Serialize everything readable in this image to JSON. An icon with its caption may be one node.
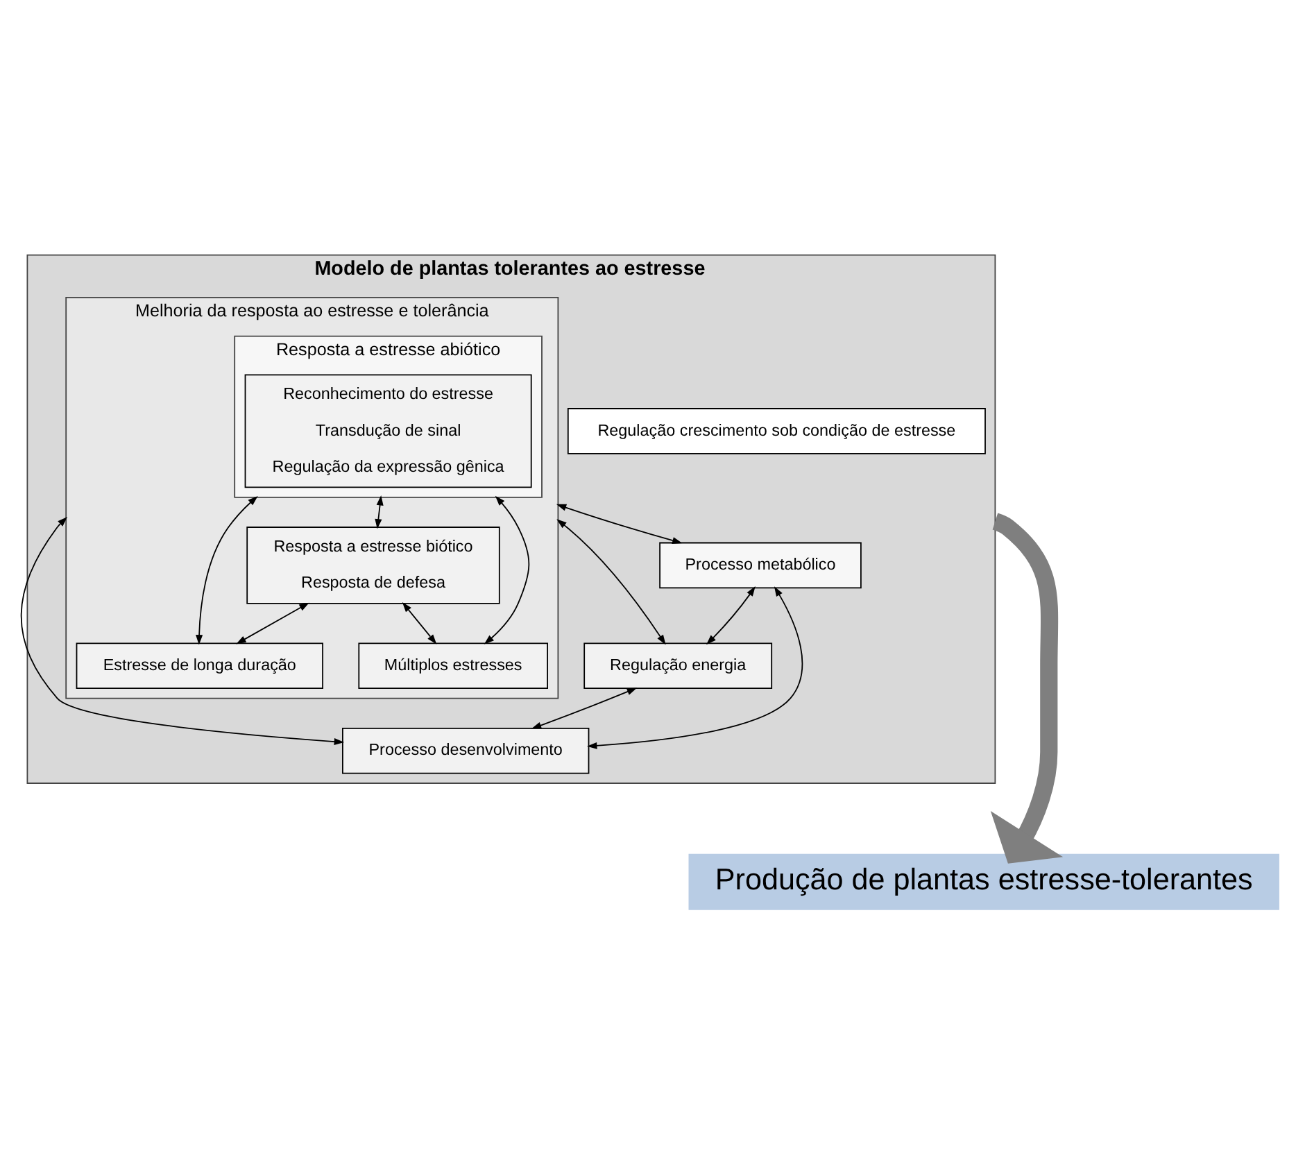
{
  "diagram": {
    "nodes": [
      {
        "text": [
          "Modelo de plantas tolerantes ao estresse"
        ]
      },
      {
        "text": [
          "Melhoria da resposta ao estresse e tolerância"
        ],
        "in": 0
      },
      {
        "text": [
          "Resposta a estresse abiótico"
        ],
        "in": 1
      },
      {
        "text": [
          "Reconhecimento do estresse",
          "Transdução de sinal",
          "Regulação da expressão gênica"
        ],
        "in": 2
      },
      {
        "text": [
          "Resposta a estresse biótico",
          "Resposta de defesa"
        ],
        "in": 1
      },
      {
        "text": [
          "Múltiplos estresses"
        ],
        "in": 1
      },
      {
        "text": [
          "Estresse de longa duração"
        ],
        "in": 1
      },
      {
        "text": [
          "Regulação crescimento sob condição de estresse"
        ],
        "in": 0
      },
      {
        "text": [
          "Processo metabólico"
        ],
        "in": 0
      },
      {
        "text": [
          "Regulação energia"
        ],
        "in": 0
      },
      {
        "text": [
          "Processo desenvolvimento"
        ],
        "in": 0
      },
      {
        "text": [
          "Produção de plantas estresse-tolerantes"
        ]
      }
    ],
    "edges": [
      {
        "from": 2,
        "to": 4,
        "arrow": "both"
      },
      {
        "from": 2,
        "to": 5,
        "arrow": "both"
      },
      {
        "from": 2,
        "to": 6,
        "arrow": "both"
      },
      {
        "from": 4,
        "to": 5,
        "arrow": "both"
      },
      {
        "from": 4,
        "to": 6,
        "arrow": "both"
      },
      {
        "from": 1,
        "to": 8,
        "arrow": "both"
      },
      {
        "from": 1,
        "to": 9,
        "arrow": "both"
      },
      {
        "from": 1,
        "to": 10,
        "arrow": "both"
      },
      {
        "from": 8,
        "to": 9,
        "arrow": "both"
      },
      {
        "from": 9,
        "to": 10,
        "arrow": "both"
      },
      {
        "from": 8,
        "to": 10,
        "arrow": "both"
      },
      {
        "from": 0,
        "to": 11,
        "arrow": "to",
        "style": "thick",
        "color": "#7f7f7f"
      }
    ]
  }
}
